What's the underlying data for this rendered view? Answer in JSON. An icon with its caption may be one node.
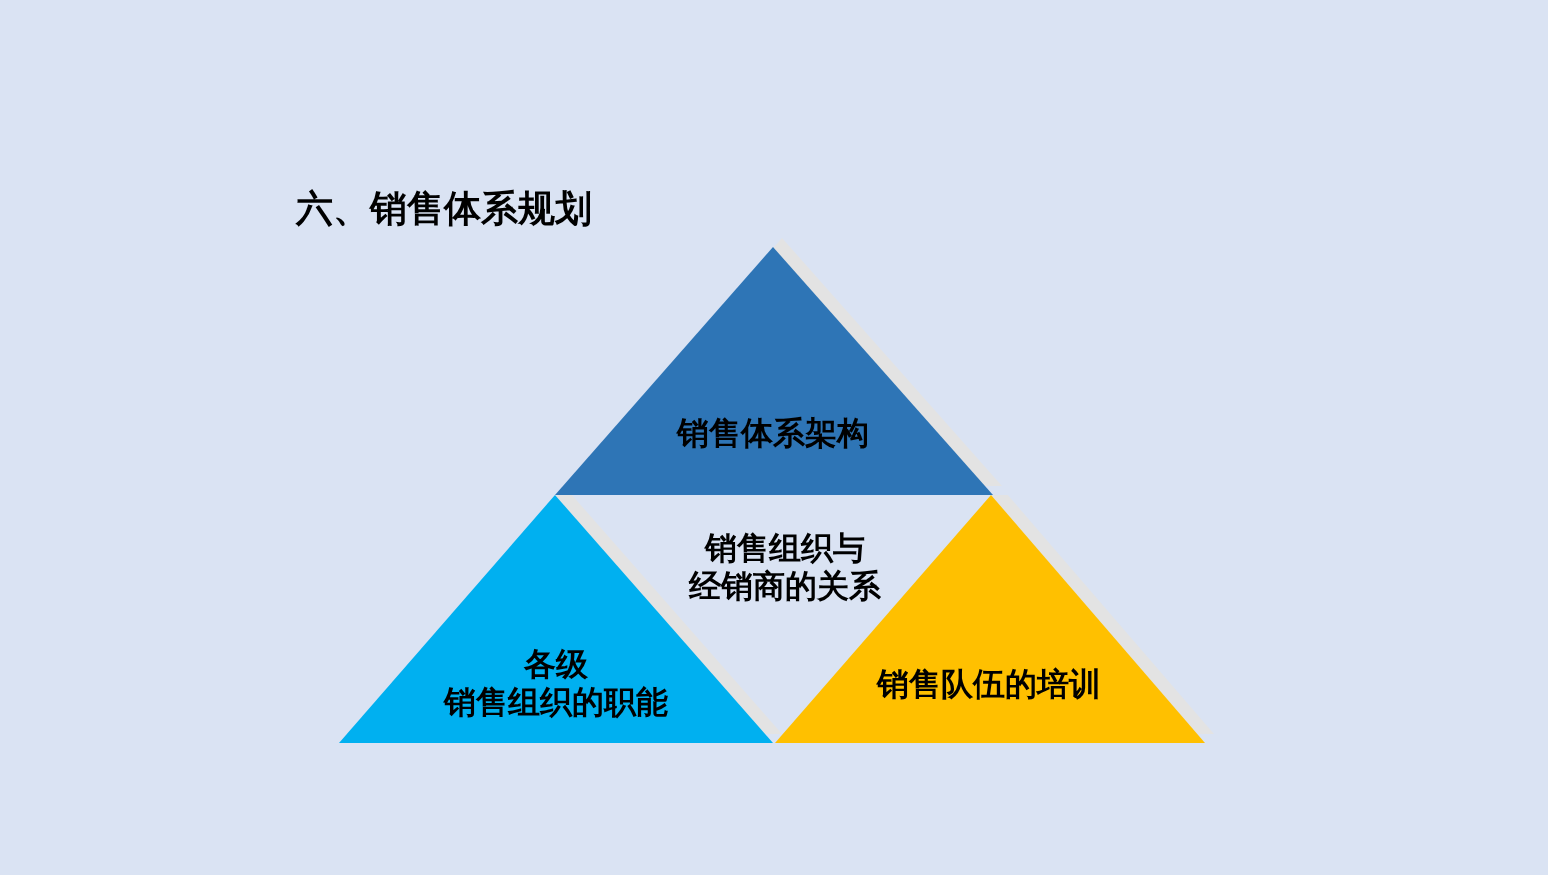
{
  "diagram": {
    "title": "六、销售体系规划",
    "nodes": [
      {
        "text": [
          "销售体系架构"
        ]
      },
      {
        "text": [
          "各级销售组织的职能"
        ]
      },
      {
        "text": [
          "销售组织与经销商的关系"
        ]
      },
      {
        "text": [
          "销售队伍的培训"
        ]
      }
    ]
  }
}
